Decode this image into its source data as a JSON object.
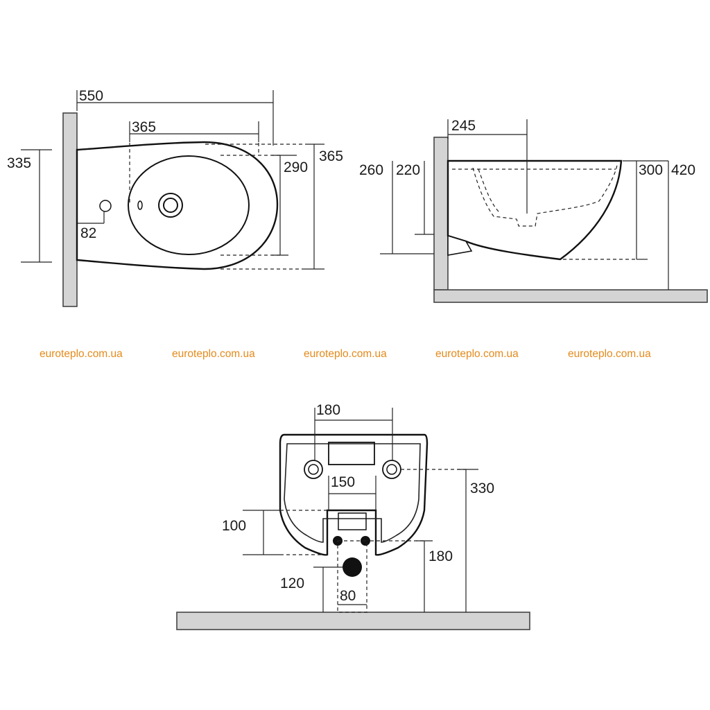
{
  "dimensions": {
    "top_view": {
      "length": "550",
      "bowl": "365",
      "height_left": "335",
      "inner": "290",
      "outer": "365",
      "hole": "82"
    },
    "side_view": {
      "depth": "245",
      "h_260": "260",
      "h_220": "220",
      "h_300": "300",
      "h_420": "420"
    },
    "rear_view": {
      "bolt_spacing": "180",
      "inlet_width": "150",
      "h_330": "330",
      "h_100": "100",
      "h_180": "180",
      "h_120": "120",
      "w_80": "80"
    }
  },
  "watermark": "euroteplo.com.ua",
  "colors": {
    "watermark": "#e48a1b",
    "wall": "#d4d4d4",
    "line": "#111111"
  }
}
